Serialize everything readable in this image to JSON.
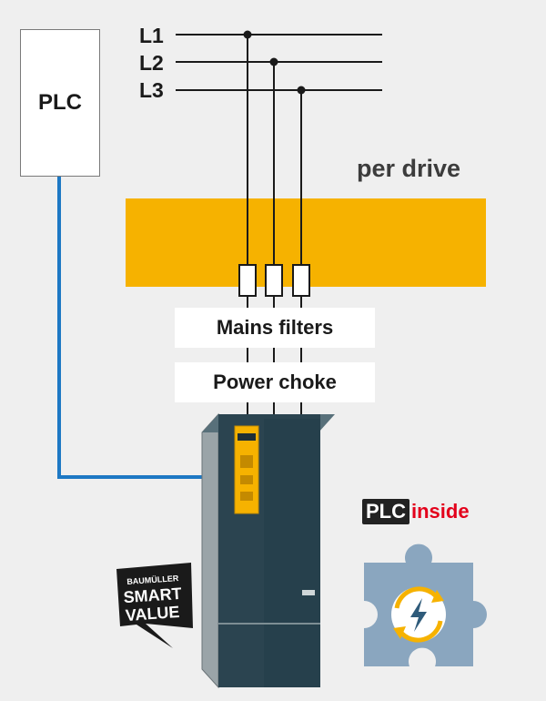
{
  "plc_box": {
    "label": "PLC"
  },
  "phases": [
    "L1",
    "L2",
    "L3"
  ],
  "per_drive_label": "per drive",
  "mains_filters_label": "Mains filters",
  "power_choke_label": "Power choke",
  "plc_inside": {
    "part1": "PLC",
    "part2": "inside"
  },
  "smart_value_badge": {
    "line1": "BAUMÜLLER",
    "line2": "SMART",
    "line3": "VALUE"
  },
  "colors": {
    "accent_orange": "#f6b200",
    "signal_blue": "#1d78c4",
    "drive_body": "#2b4450",
    "puzzle_blue": "#8aa6bf",
    "plc_inside_red": "#e3001b"
  },
  "icons": [
    "puzzle-piece-icon",
    "lightning-cycle-icon"
  ]
}
